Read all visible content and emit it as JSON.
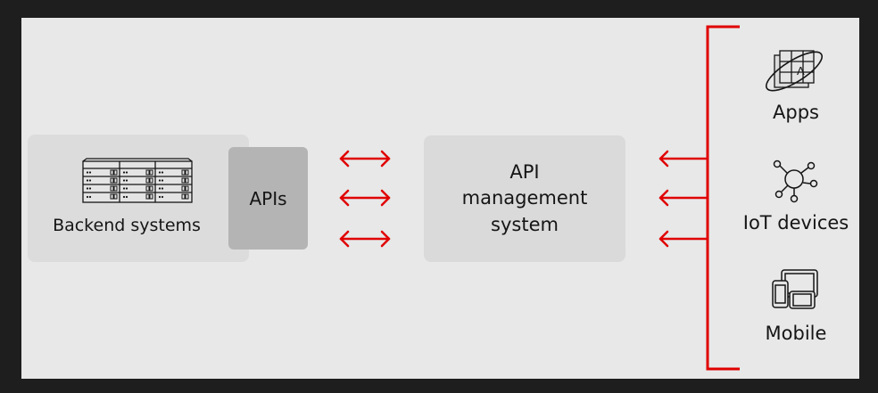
{
  "colors": {
    "outer_background": "#1e1e1e",
    "panel_background": "#e8e8e8",
    "accent_red": "#e00000",
    "text": "#151515"
  },
  "backend": {
    "label": "Backend systems",
    "icon": "server-rack-icon"
  },
  "apis": {
    "label": "APIs"
  },
  "api_management": {
    "lines": [
      "API",
      "management",
      "system"
    ]
  },
  "clients": [
    {
      "label": "Apps",
      "icon": "apps-globe-icon"
    },
    {
      "label": "IoT devices",
      "icon": "iot-hub-icon"
    },
    {
      "label": "Mobile",
      "icon": "mobile-devices-icon"
    }
  ]
}
